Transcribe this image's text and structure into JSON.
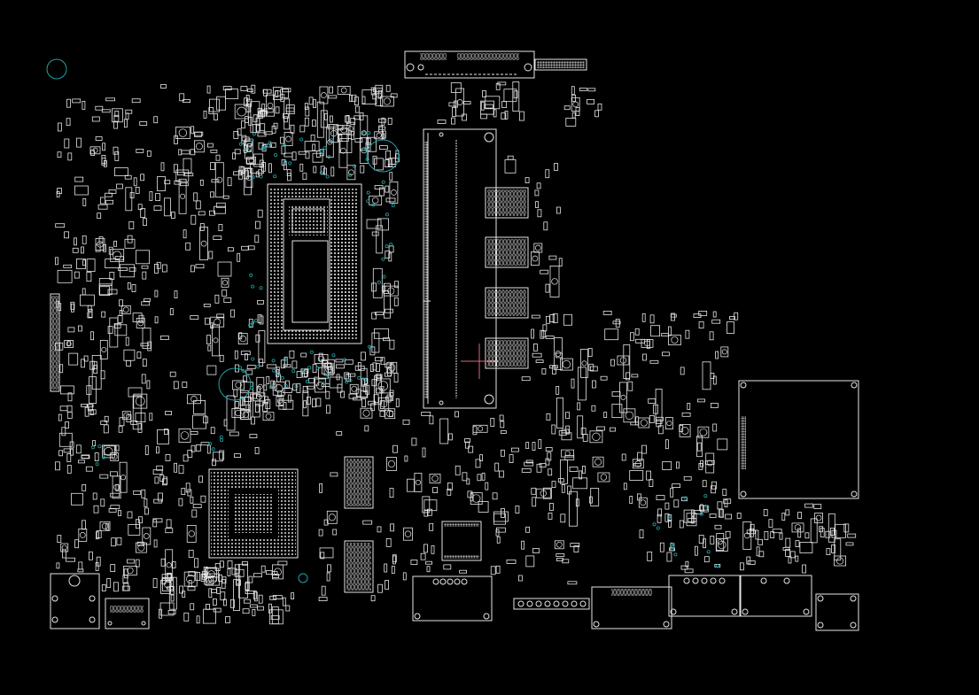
{
  "viewer": {
    "background": "#000000",
    "outline_color": "#e6e6e6",
    "via_color": "#1fa3a8",
    "cursor_color": "#d96a7a"
  },
  "board": {
    "components": [
      {
        "name": "cpu-bga-package",
        "type": "bga"
      },
      {
        "name": "pch-bga-package",
        "type": "bga"
      },
      {
        "name": "ram-sodimm-slot",
        "type": "connector"
      },
      {
        "name": "ram-chip-1",
        "type": "ic"
      },
      {
        "name": "ram-chip-2",
        "type": "ic"
      },
      {
        "name": "ram-chip-3",
        "type": "ic"
      },
      {
        "name": "ram-chip-4",
        "type": "ic"
      },
      {
        "name": "memory-chip-upper",
        "type": "ic"
      },
      {
        "name": "memory-chip-lower",
        "type": "ic"
      },
      {
        "name": "top-edge-connector",
        "type": "connector"
      },
      {
        "name": "pin-header",
        "type": "connector"
      },
      {
        "name": "large-ic-right",
        "type": "ic"
      },
      {
        "name": "left-edge-connector",
        "type": "connector"
      },
      {
        "name": "vga-port",
        "type": "port"
      },
      {
        "name": "hdmi-port",
        "type": "port"
      },
      {
        "name": "usb-port-1",
        "type": "port"
      },
      {
        "name": "usb-port-2",
        "type": "port"
      },
      {
        "name": "ethernet-port",
        "type": "port"
      },
      {
        "name": "audio-jack",
        "type": "port"
      },
      {
        "name": "dc-jack",
        "type": "port"
      },
      {
        "name": "lan-controller",
        "type": "ic"
      }
    ]
  }
}
